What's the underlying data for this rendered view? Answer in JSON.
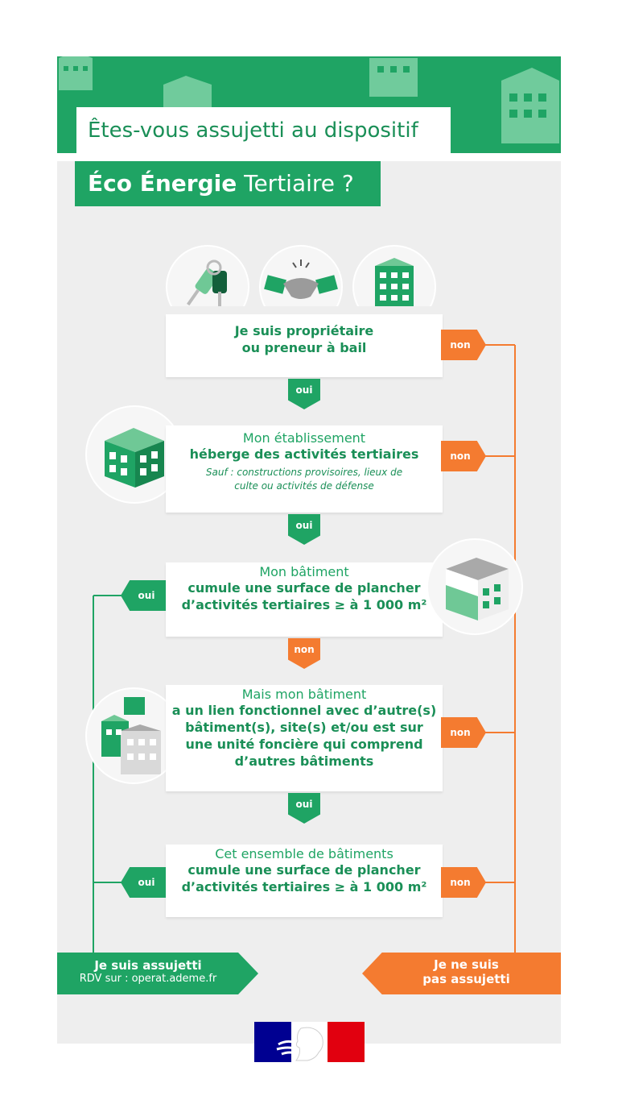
{
  "colors": {
    "green": "#1fa464",
    "dark_green": "#1a8f57",
    "orange": "#f47b30",
    "panel": "#eeeeee",
    "blue": "#000091",
    "red": "#e1000f"
  },
  "header": {
    "title_line1": "Êtes-vous assujetti au dispositif",
    "title_line2_bold": "Éco Énergie",
    "title_line2_rest": " Tertiaire ?"
  },
  "icons": [
    "keys-icon",
    "handshake-icon",
    "building-icon",
    "office-block-icon",
    "grey-building-icon",
    "building-group-icon",
    "marianne-logo-icon"
  ],
  "steps": [
    {
      "light": "",
      "bold": [
        "Je suis propriétaire",
        "ou preneur à bail"
      ],
      "note": ""
    },
    {
      "light": "Mon établissement",
      "bold": [
        "héberge des activités tertiaires"
      ],
      "note": "Sauf : constructions provisoires, lieux de culte ou activités de défense"
    },
    {
      "light": "Mon bâtiment",
      "bold": [
        "cumule une surface de plancher",
        "d’activités tertiaires ≥ à 1 000 m²"
      ],
      "note": ""
    },
    {
      "light": "Mais mon bâtiment",
      "bold": [
        "a un lien fonctionnel avec d’autre(s)",
        "bâtiment(s), site(s) et/ou est sur",
        "une unité foncière qui comprend",
        "d’autres bâtiments"
      ],
      "note": ""
    },
    {
      "light": "Cet ensemble de bâtiments",
      "bold": [
        "cumule une surface de plancher",
        "d’activités tertiaires ≥ à 1 000 m²"
      ],
      "note": ""
    }
  ],
  "labels": {
    "oui": "oui",
    "non": "non"
  },
  "results": {
    "subject": "Je suis assujetti",
    "subject_link": "RDV sur : operat.ademe.fr",
    "not_subject_line1": "Je ne suis",
    "not_subject_line2": "pas assujetti"
  }
}
